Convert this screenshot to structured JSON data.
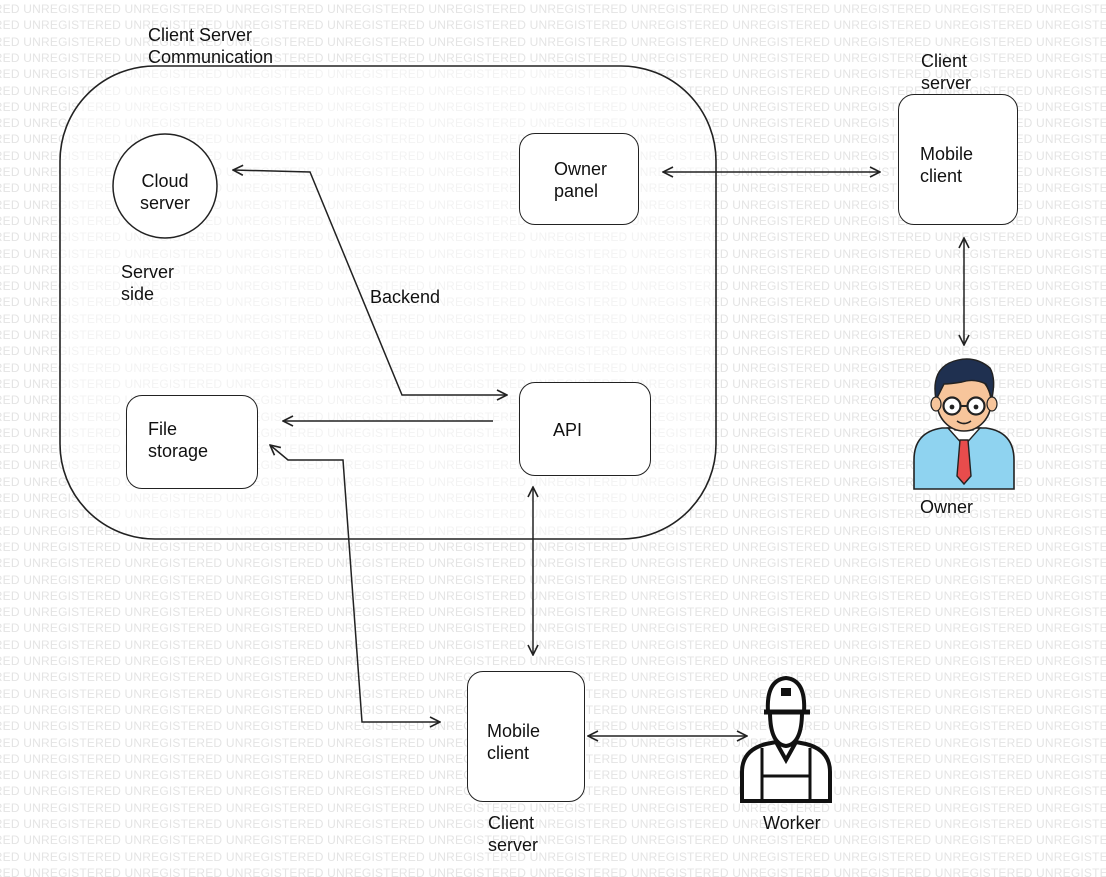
{
  "watermark": "UNREGISTERED",
  "title": "Client Server\nCommunication",
  "server_side": "Server\nside",
  "backend": "Backend",
  "nodes": {
    "cloud_server": "Cloud\nserver",
    "owner_panel": "Owner\npanel",
    "file_storage": "File\nstorage",
    "api": "API",
    "mobile_client_top": "Mobile\nclient",
    "mobile_client_bottom": "Mobile\nclient"
  },
  "client_server_top": "Client\nserver",
  "client_server_bottom": "Client\nserver",
  "owner": "Owner",
  "worker": "Worker",
  "icons": {
    "owner": "businessman-glasses-icon",
    "worker": "worker-cap-icon"
  },
  "colors": {
    "stroke": "#222222",
    "owner_shirt": "#8fd3f0",
    "owner_tie": "#e84c4c",
    "owner_hair": "#1f3050",
    "skin": "#f7c59b"
  }
}
